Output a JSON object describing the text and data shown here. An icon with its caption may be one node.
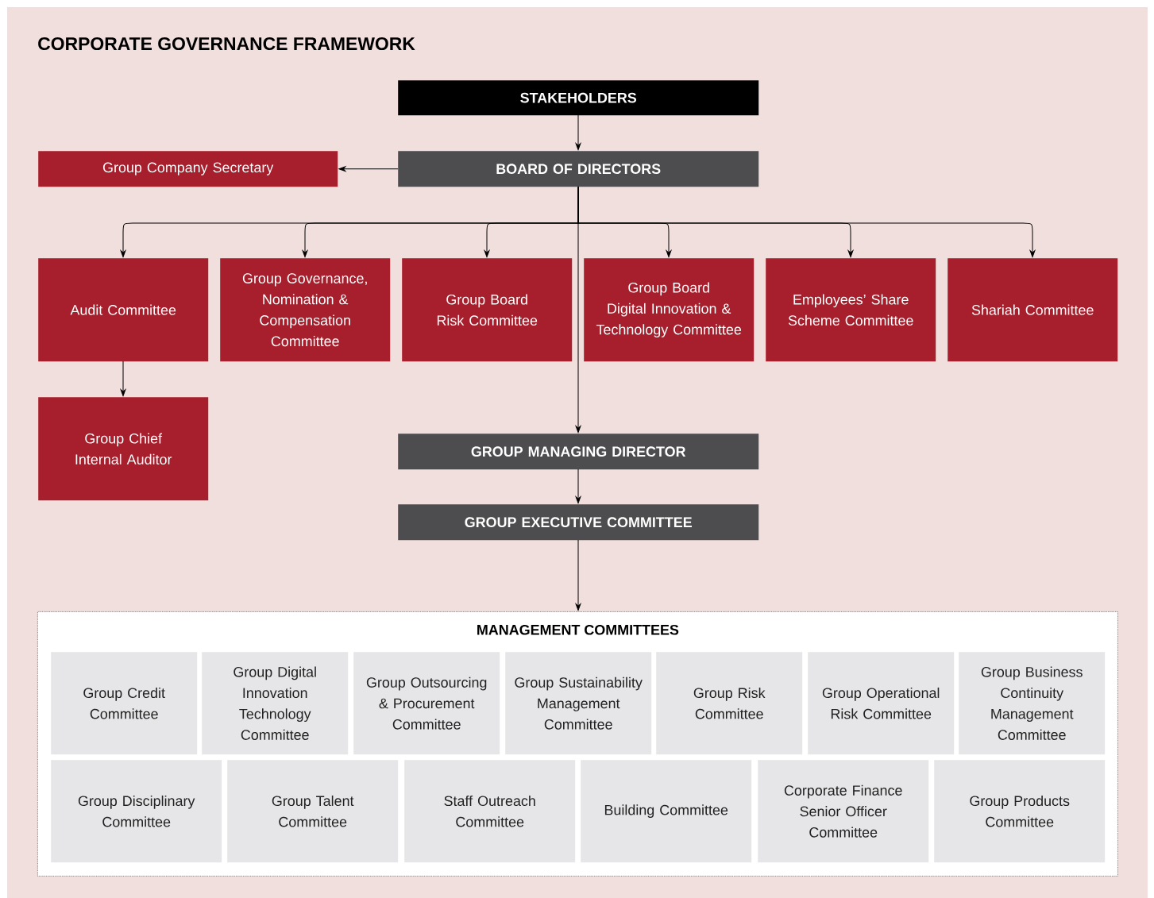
{
  "diagram": {
    "title": "CORPORATE GOVERNANCE FRAMEWORK",
    "nodes": [
      {
        "text": [
          "STAKEHOLDERS"
        ]
      },
      {
        "text": [
          "BOARD OF DIRECTORS"
        ]
      },
      {
        "text": [
          "Group Company Secretary"
        ]
      },
      {
        "text": [
          "Audit Committee"
        ]
      },
      {
        "text": [
          "Group Governance, Nomination & Compensation Committee"
        ]
      },
      {
        "text": [
          "Group Board Risk Committee"
        ]
      },
      {
        "text": [
          "Group Board Digital Innovation & Technology Committee"
        ]
      },
      {
        "text": [
          "Employees’ Share Scheme Committee"
        ]
      },
      {
        "text": [
          "Shariah Committee"
        ]
      },
      {
        "text": [
          "Group Chief Internal Auditor"
        ]
      },
      {
        "text": [
          "GROUP MANAGING DIRECTOR"
        ]
      },
      {
        "text": [
          "GROUP EXECUTIVE COMMITTEE"
        ]
      },
      {
        "text": [
          "MANAGEMENT COMMITTEES"
        ]
      },
      {
        "text": [
          "Group Credit Committee"
        ],
        "in": 12
      },
      {
        "text": [
          "Group Digital Innovation Technology Committee"
        ],
        "in": 12
      },
      {
        "text": [
          "Group Outsourcing & Procurement Committee"
        ],
        "in": 12
      },
      {
        "text": [
          "Group Sustainability Management Committee"
        ],
        "in": 12
      },
      {
        "text": [
          "Group Risk Committee"
        ],
        "in": 12
      },
      {
        "text": [
          "Group Operational Risk Committee"
        ],
        "in": 12
      },
      {
        "text": [
          "Group Business Continuity Management Committee"
        ],
        "in": 12
      },
      {
        "text": [
          "Group Disciplinary Committee"
        ],
        "in": 12
      },
      {
        "text": [
          "Group Talent Committee"
        ],
        "in": 12
      },
      {
        "text": [
          "Staff Outreach Committee"
        ],
        "in": 12
      },
      {
        "text": [
          "Building Committee"
        ],
        "in": 12
      },
      {
        "text": [
          "Corporate Finance Senior Officer Committee"
        ],
        "in": 12
      },
      {
        "text": [
          "Group Products Committee"
        ],
        "in": 12
      }
    ],
    "edges": [
      {
        "from": 0,
        "to": 1,
        "arrow": "to"
      },
      {
        "from": 1,
        "to": 2,
        "arrow": "to"
      },
      {
        "from": 1,
        "to": 3,
        "arrow": "to"
      },
      {
        "from": 1,
        "to": 4,
        "arrow": "to"
      },
      {
        "from": 1,
        "to": 5,
        "arrow": "to"
      },
      {
        "from": 1,
        "to": 6,
        "arrow": "to"
      },
      {
        "from": 1,
        "to": 7,
        "arrow": "to"
      },
      {
        "from": 1,
        "to": 8,
        "arrow": "to"
      },
      {
        "from": 3,
        "to": 9,
        "arrow": "to"
      },
      {
        "from": 1,
        "to": 10,
        "arrow": "to"
      },
      {
        "from": 10,
        "to": 11,
        "arrow": "to"
      },
      {
        "from": 11,
        "to": 12,
        "arrow": "to"
      }
    ]
  }
}
